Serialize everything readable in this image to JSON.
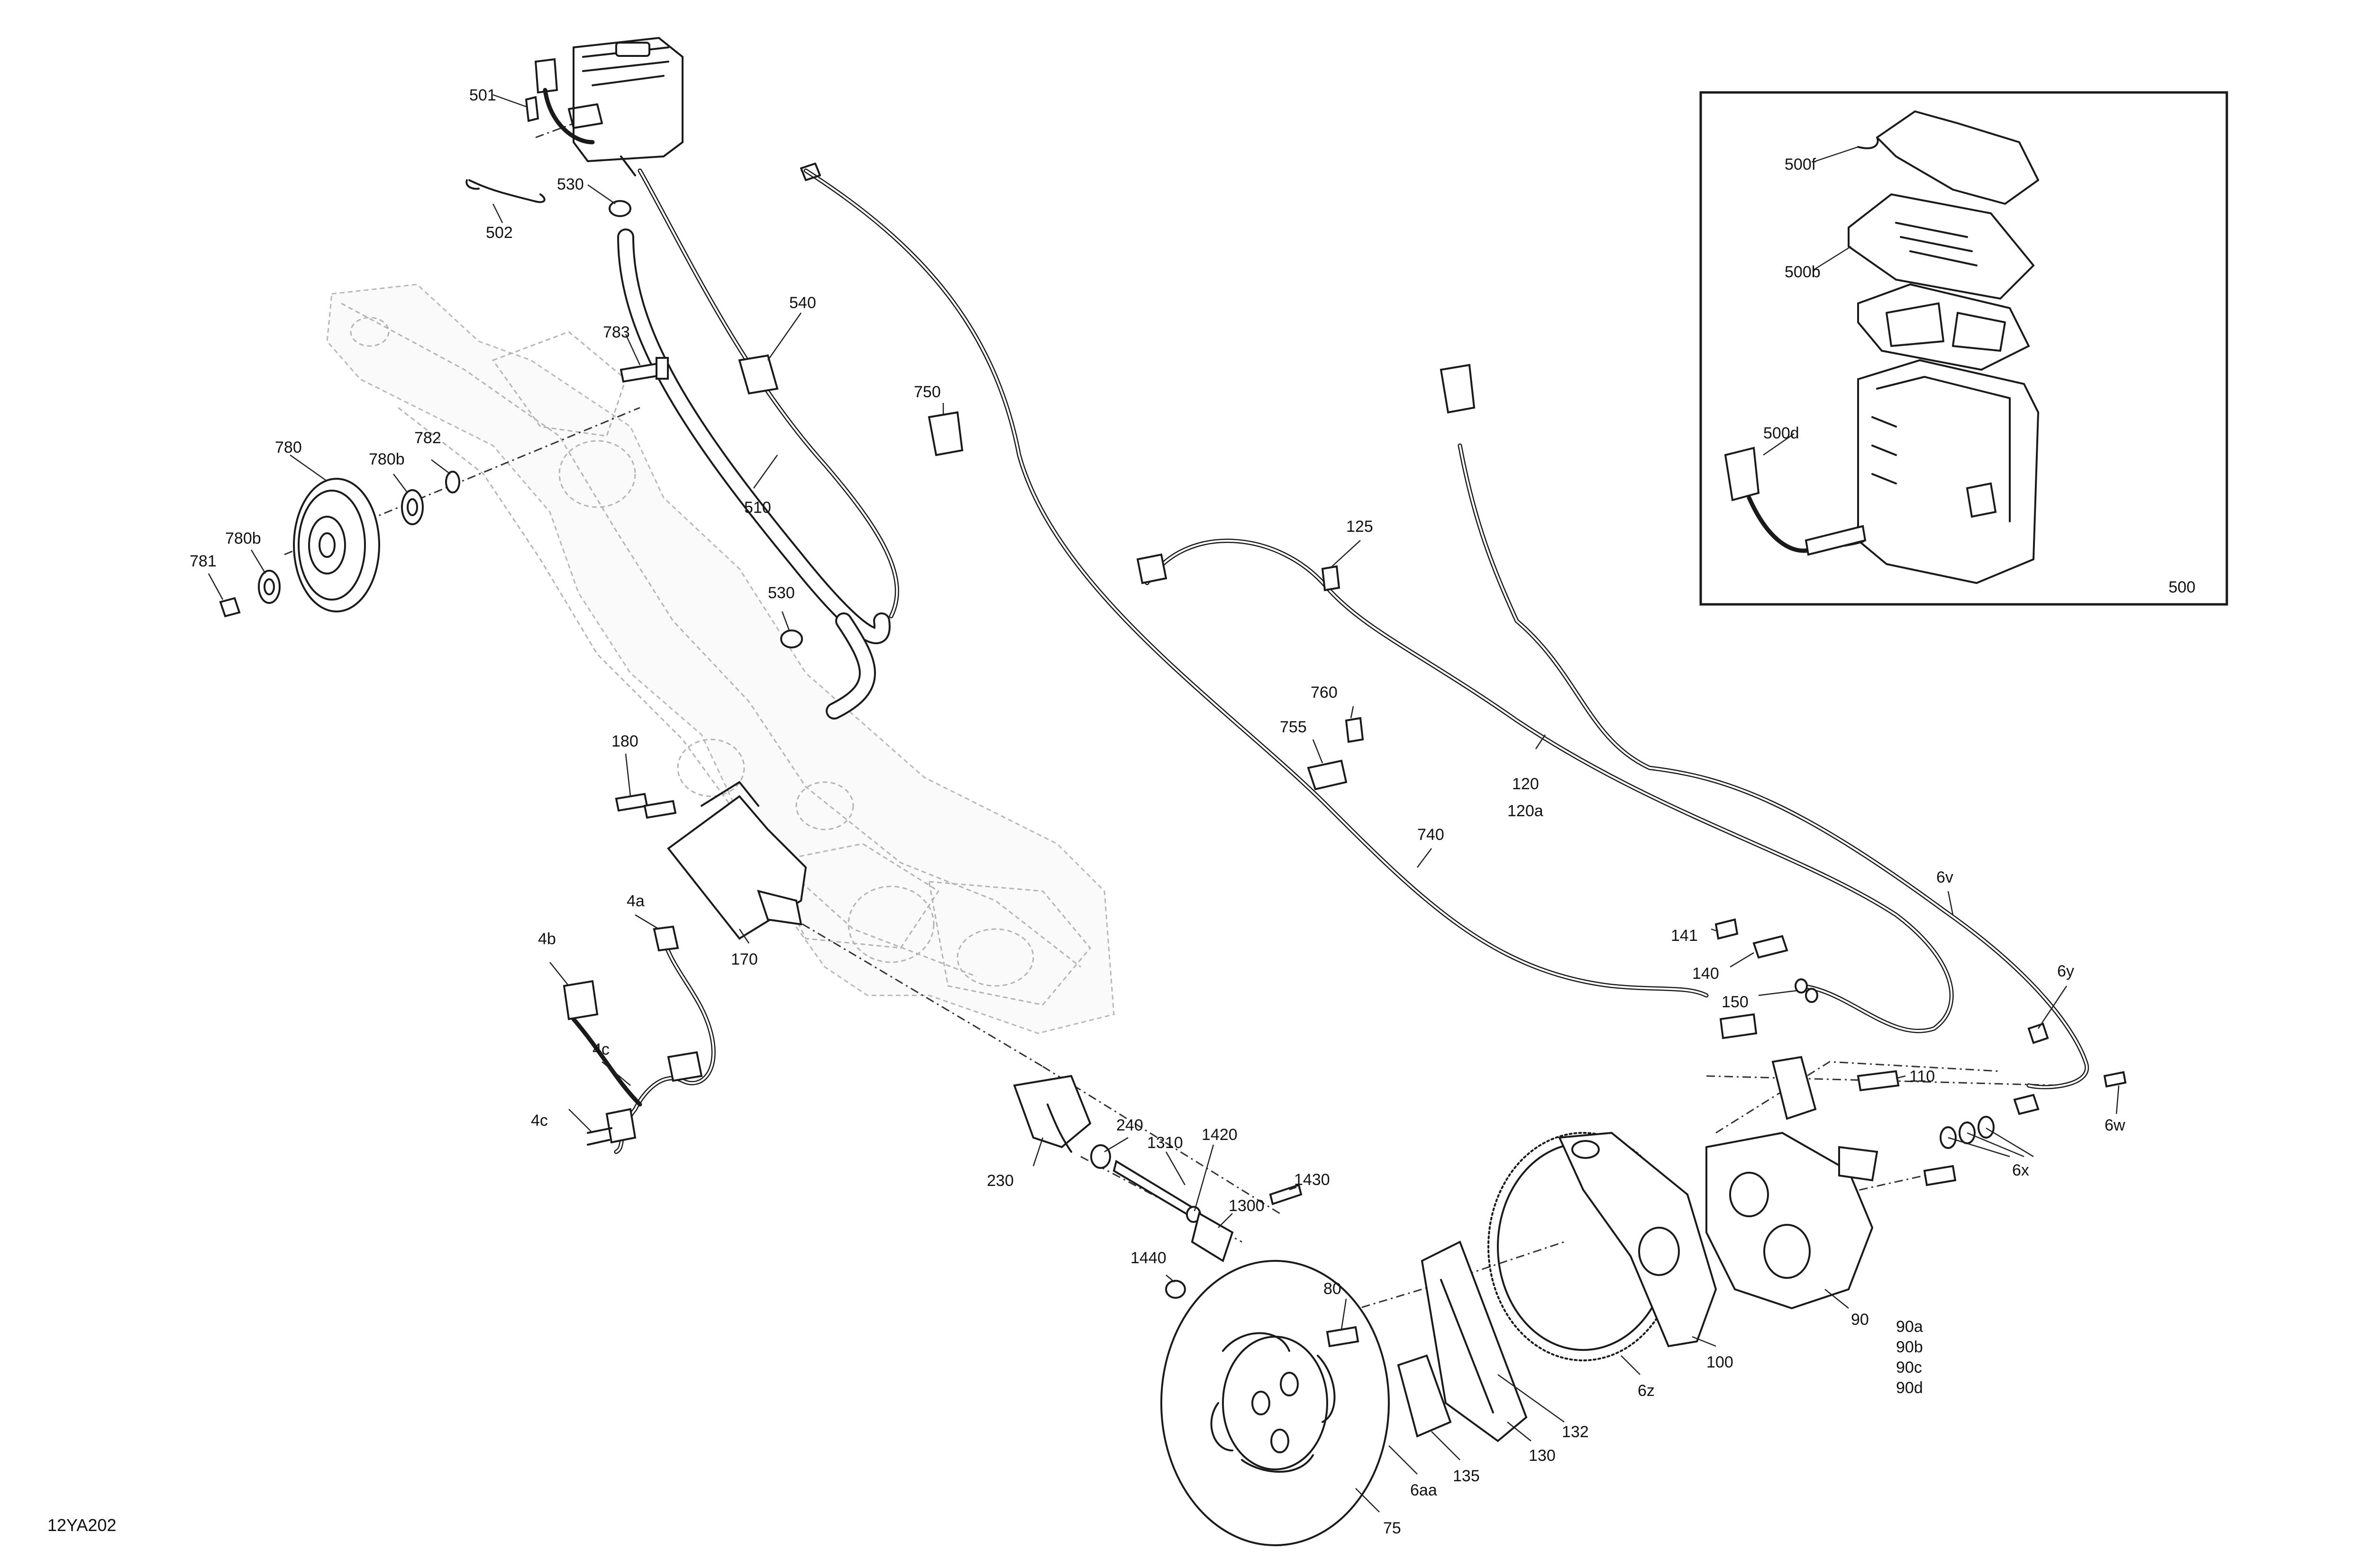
{
  "figure_code": "12YA202",
  "inset": {
    "labels": [
      {
        "id": "500f",
        "text": "500f"
      },
      {
        "id": "500b",
        "text": "500b"
      },
      {
        "id": "500d",
        "text": "500d"
      },
      {
        "id": "500",
        "text": "500"
      }
    ]
  },
  "callouts": [
    {
      "id": "501",
      "text": "501"
    },
    {
      "id": "502",
      "text": "502"
    },
    {
      "id": "530a",
      "text": "530"
    },
    {
      "id": "540",
      "text": "540"
    },
    {
      "id": "783",
      "text": "783"
    },
    {
      "id": "750",
      "text": "750"
    },
    {
      "id": "780",
      "text": "780"
    },
    {
      "id": "780b-top",
      "text": "780b"
    },
    {
      "id": "782",
      "text": "782"
    },
    {
      "id": "780b-left",
      "text": "780b"
    },
    {
      "id": "781",
      "text": "781"
    },
    {
      "id": "510",
      "text": "510"
    },
    {
      "id": "530b",
      "text": "530"
    },
    {
      "id": "125",
      "text": "125"
    },
    {
      "id": "760",
      "text": "760"
    },
    {
      "id": "755",
      "text": "755"
    },
    {
      "id": "120",
      "text": "120"
    },
    {
      "id": "120a",
      "text": "120a"
    },
    {
      "id": "180",
      "text": "180"
    },
    {
      "id": "740",
      "text": "740"
    },
    {
      "id": "6v",
      "text": "6v"
    },
    {
      "id": "4a",
      "text": "4a"
    },
    {
      "id": "4b",
      "text": "4b"
    },
    {
      "id": "170",
      "text": "170"
    },
    {
      "id": "141",
      "text": "141"
    },
    {
      "id": "140",
      "text": "140"
    },
    {
      "id": "150",
      "text": "150"
    },
    {
      "id": "6y",
      "text": "6y"
    },
    {
      "id": "4c-a",
      "text": "4c"
    },
    {
      "id": "4c-b",
      "text": "4c"
    },
    {
      "id": "110",
      "text": "110"
    },
    {
      "id": "6w",
      "text": "6w"
    },
    {
      "id": "240",
      "text": "240"
    },
    {
      "id": "1310",
      "text": "1310"
    },
    {
      "id": "1420",
      "text": "1420"
    },
    {
      "id": "6x",
      "text": "6x"
    },
    {
      "id": "230",
      "text": "230"
    },
    {
      "id": "1430",
      "text": "1430"
    },
    {
      "id": "1300",
      "text": "1300"
    },
    {
      "id": "1440",
      "text": "1440"
    },
    {
      "id": "80",
      "text": "80"
    },
    {
      "id": "90",
      "text": "90"
    },
    {
      "id": "90a",
      "text": "90a"
    },
    {
      "id": "90b",
      "text": "90b"
    },
    {
      "id": "90c",
      "text": "90c"
    },
    {
      "id": "90d",
      "text": "90d"
    },
    {
      "id": "100",
      "text": "100"
    },
    {
      "id": "6z",
      "text": "6z"
    },
    {
      "id": "132",
      "text": "132"
    },
    {
      "id": "130",
      "text": "130"
    },
    {
      "id": "135",
      "text": "135"
    },
    {
      "id": "6aa",
      "text": "6aa"
    },
    {
      "id": "75",
      "text": "75"
    }
  ]
}
